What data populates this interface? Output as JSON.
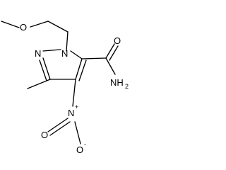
{
  "molecule": {
    "atoms": {
      "methoxy_oxygen": "O",
      "ring_nitrogen_1": "N",
      "ring_nitrogen_2": "N",
      "amide_oxygen": "O",
      "amide_nitrogen": "NH",
      "amide_nitrogen_subscript": "2",
      "nitro_nitrogen": "N",
      "nitro_nitrogen_charge": "+",
      "nitro_oxygen_top": "O",
      "nitro_oxygen_bottom": "O",
      "nitro_oxygen_bottom_charge": "-"
    }
  }
}
